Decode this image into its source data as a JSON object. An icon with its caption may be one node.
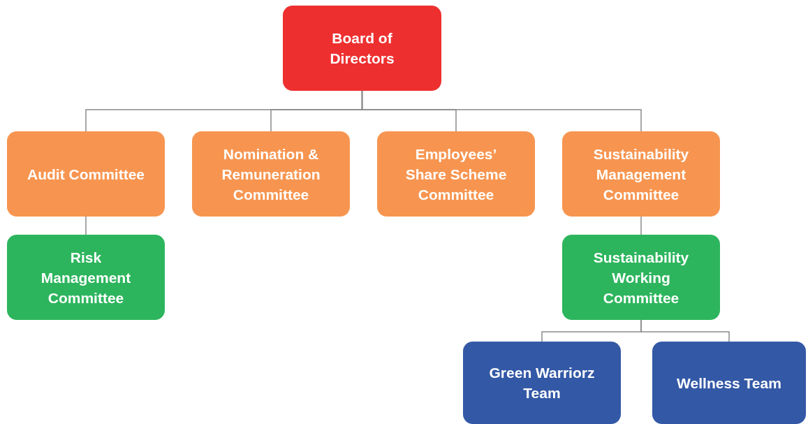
{
  "diagram": {
    "nodes": [
      {
        "text": [
          "Board of Directors"
        ]
      },
      {
        "text": [
          "Audit Committee"
        ]
      },
      {
        "text": [
          "Nomination & Remuneration Committee"
        ]
      },
      {
        "text": [
          "Employees’ Share Scheme Committee"
        ]
      },
      {
        "text": [
          "Sustainability Management Committee"
        ]
      },
      {
        "text": [
          "Risk Management Committee"
        ]
      },
      {
        "text": [
          "Sustainability Working Committee"
        ]
      },
      {
        "text": [
          "Green Warriorz Team"
        ]
      },
      {
        "text": [
          "Wellness Team"
        ]
      }
    ],
    "edges": [
      {
        "from": 0,
        "to": 1,
        "arrow": "none"
      },
      {
        "from": 0,
        "to": 2,
        "arrow": "none"
      },
      {
        "from": 0,
        "to": 3,
        "arrow": "none"
      },
      {
        "from": 0,
        "to": 4,
        "arrow": "none"
      },
      {
        "from": 1,
        "to": 5,
        "arrow": "none"
      },
      {
        "from": 4,
        "to": 6,
        "arrow": "none"
      },
      {
        "from": 6,
        "to": 7,
        "arrow": "none"
      },
      {
        "from": 6,
        "to": 8,
        "arrow": "none"
      }
    ]
  }
}
